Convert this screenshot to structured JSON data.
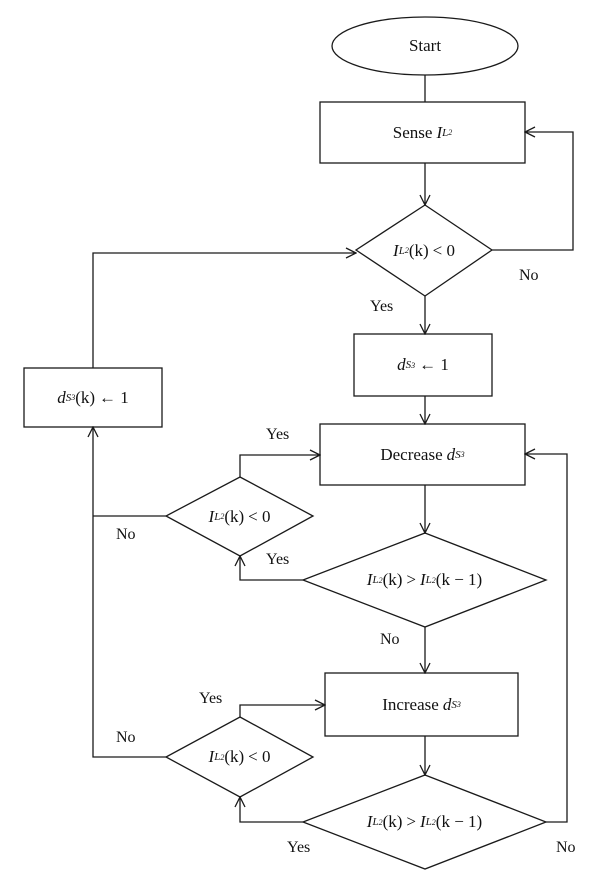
{
  "nodes": {
    "start": "Start",
    "sense": {
      "verb": "Sense",
      "var": "I",
      "sub": "L",
      "subsub": "2"
    },
    "check_current": {
      "var": "I",
      "sub": "L",
      "subsub": "2",
      "arg": "(k)",
      "op": "< 0"
    },
    "set_duty_main": {
      "var": "d",
      "sub": "S",
      "subsub": "3",
      "op": "← 1"
    },
    "set_duty_left": {
      "var": "d",
      "sub": "S",
      "subsub": "3",
      "arg": "(k)",
      "op": "← 1"
    },
    "decrease": {
      "verb": "Decrease",
      "var": "d",
      "sub": "S",
      "subsub": "3"
    },
    "check_current_upper": {
      "var": "I",
      "sub": "L",
      "subsub": "2",
      "arg": "(k)",
      "op": "< 0"
    },
    "compare_upper": {
      "var": "I",
      "sub": "L",
      "subsub": "2",
      "arg": "(k)",
      "op": ">",
      "arg2": "(k − 1)"
    },
    "increase": {
      "verb": "Increase",
      "var": "d",
      "sub": "S",
      "subsub": "3"
    },
    "check_current_lower": {
      "var": "I",
      "sub": "L",
      "subsub": "2",
      "arg": "(k)",
      "op": "< 0"
    },
    "compare_lower": {
      "var": "I",
      "sub": "L",
      "subsub": "2",
      "arg": "(k)",
      "op": ">",
      "arg2": "(k − 1)"
    }
  },
  "edge_labels": {
    "no_top": "No",
    "yes_top": "Yes",
    "yes_upper_decision": "Yes",
    "no_upper_decision": "No",
    "yes_upper_compare": "Yes",
    "no_upper_compare": "No",
    "yes_lower_decision": "Yes",
    "no_lower_decision": "No",
    "yes_lower_compare": "Yes",
    "no_lower_compare": "No"
  }
}
